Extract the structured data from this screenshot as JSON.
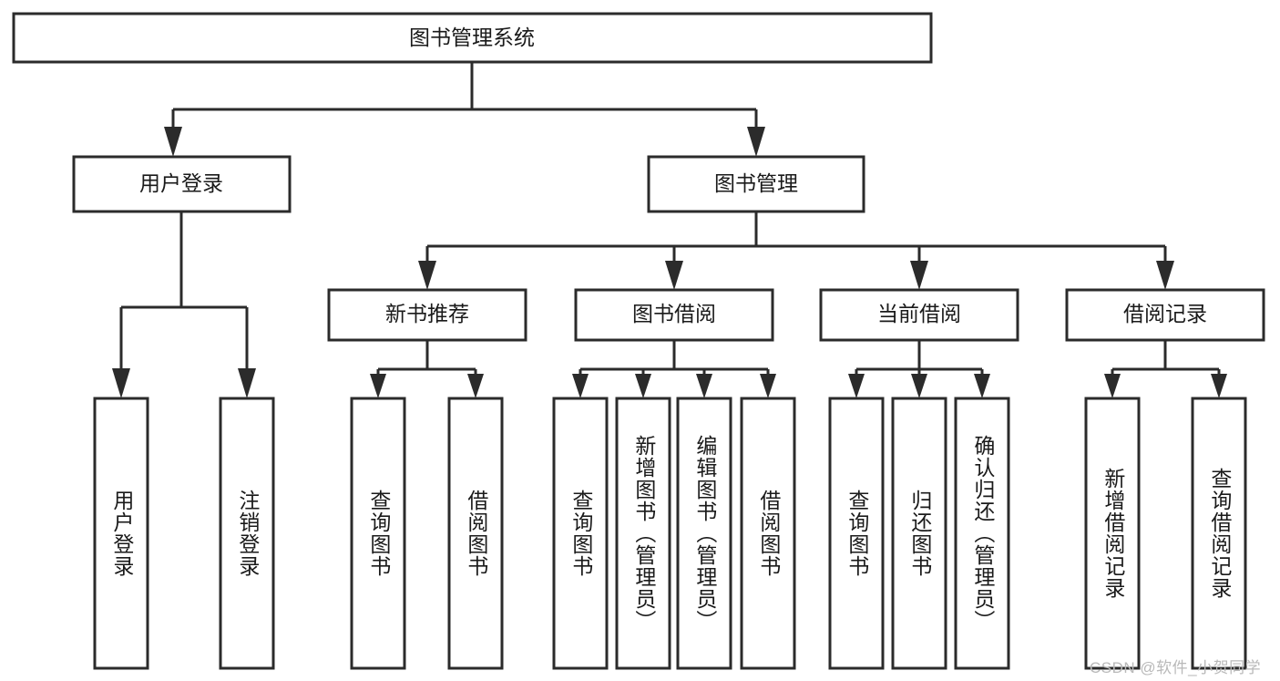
{
  "diagram": {
    "type": "tree-hierarchy-chart",
    "title": "图书管理系统",
    "background_color": "#ffffff",
    "line_color": "#2b2b2b",
    "text_color": "#1a1a1a",
    "root": {
      "label": "图书管理系统",
      "orientation": "horizontal"
    },
    "level2": [
      {
        "label": "用户登录",
        "orientation": "horizontal"
      },
      {
        "label": "图书管理",
        "orientation": "horizontal"
      }
    ],
    "level3": [
      {
        "label": "新书推荐",
        "orientation": "horizontal",
        "parent": "图书管理"
      },
      {
        "label": "图书借阅",
        "orientation": "horizontal",
        "parent": "图书管理"
      },
      {
        "label": "当前借阅",
        "orientation": "horizontal",
        "parent": "图书管理"
      },
      {
        "label": "借阅记录",
        "orientation": "horizontal",
        "parent": "图书管理"
      }
    ],
    "leaves": {
      "用户登录": [
        {
          "label": "用户登录",
          "orientation": "vertical"
        },
        {
          "label": "注销登录",
          "orientation": "vertical"
        }
      ],
      "新书推荐": [
        {
          "label": "查询图书",
          "orientation": "vertical"
        },
        {
          "label": "借阅图书",
          "orientation": "vertical"
        }
      ],
      "图书借阅": [
        {
          "label": "查询图书",
          "orientation": "vertical"
        },
        {
          "label": "新增图书（管理员）",
          "orientation": "vertical"
        },
        {
          "label": "编辑图书（管理员）",
          "orientation": "vertical"
        },
        {
          "label": "借阅图书",
          "orientation": "vertical"
        }
      ],
      "当前借阅": [
        {
          "label": "查询图书",
          "orientation": "vertical"
        },
        {
          "label": "归还图书",
          "orientation": "vertical"
        },
        {
          "label": "确认归还（管理员）",
          "orientation": "vertical"
        }
      ],
      "借阅记录": [
        {
          "label": "新增借阅记录",
          "orientation": "vertical"
        },
        {
          "label": "查询借阅记录",
          "orientation": "vertical"
        }
      ]
    }
  },
  "watermark": {
    "text": "CSDN @软件_小贺同学",
    "color": "#b9b9b9"
  }
}
